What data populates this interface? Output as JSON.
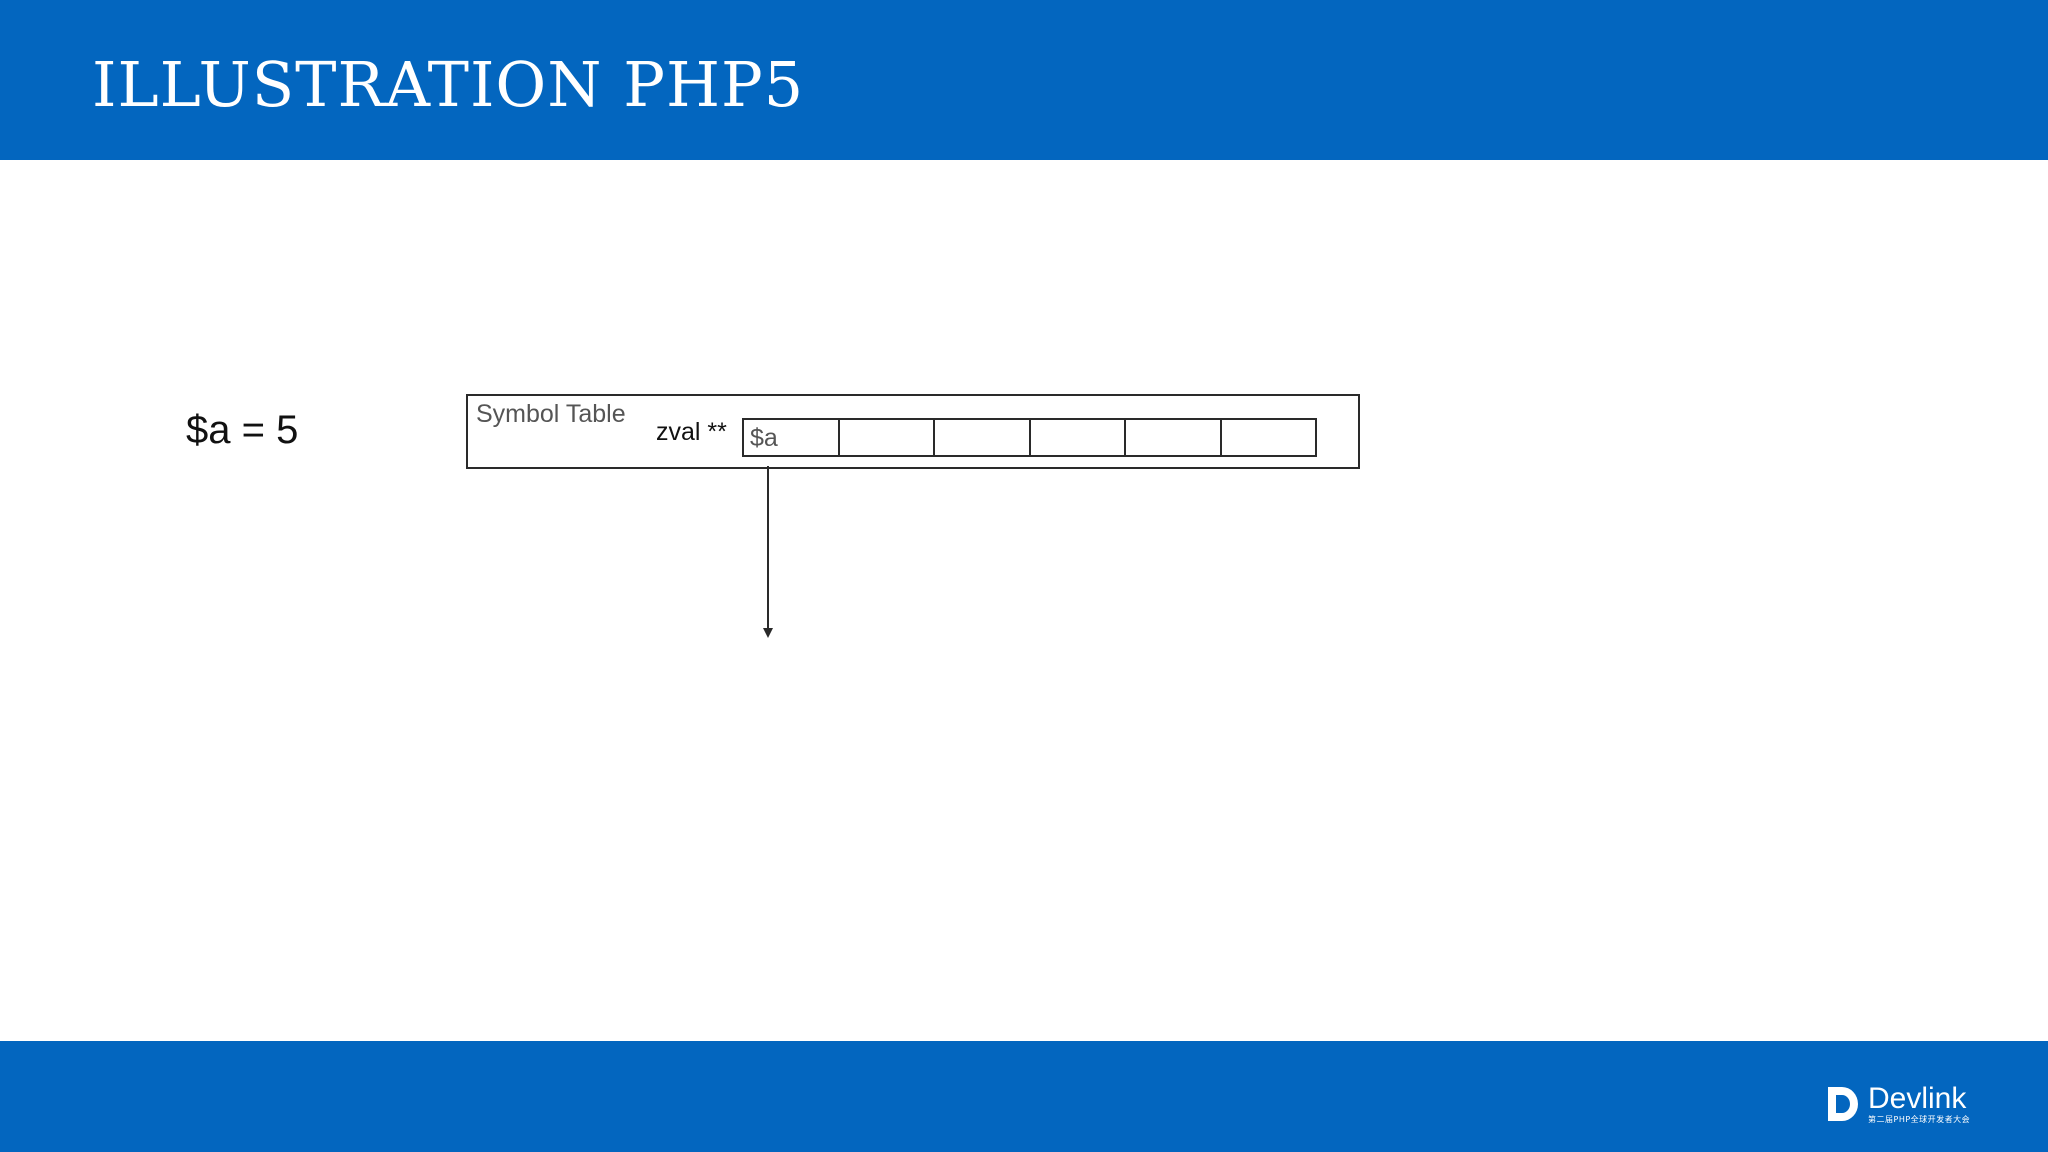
{
  "slide": {
    "title": "ILLUSTRATION PHP5"
  },
  "code": {
    "line": "$a = 5"
  },
  "symbol_table": {
    "label": "Symbol Table",
    "pointer_label": "zval **",
    "slots": [
      "$a",
      "",
      "",
      "",
      "",
      ""
    ]
  },
  "logo": {
    "name": "Devlink",
    "tagline": "第二届PHP全球开发者大会"
  },
  "colors": {
    "brand_blue": "#0366bf",
    "background": "#ffffff",
    "line": "#2a2a2a"
  }
}
